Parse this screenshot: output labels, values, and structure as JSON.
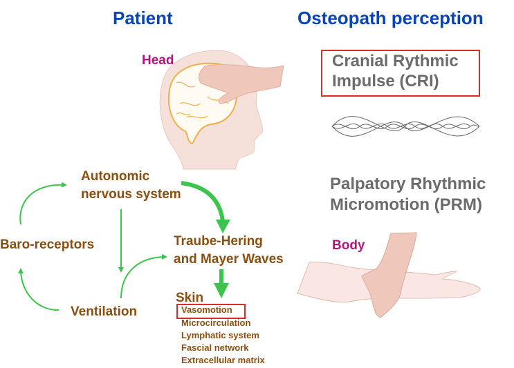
{
  "headers": {
    "patient": "Patient",
    "osteopath": "Osteopath perception"
  },
  "regions": {
    "head": "Head",
    "body": "Body"
  },
  "perception": {
    "cri_line1": "Cranial Rythmic",
    "cri_line2": "Impulse (CRI)",
    "prm_line1": "Palpatory Rhythmic",
    "prm_line2": "Micromotion (PRM)"
  },
  "nodes": {
    "ans_line1": "Autonomic",
    "ans_line2": "nervous system",
    "baro": "Baro-receptors",
    "ventilation": "Ventilation",
    "waves_line1": "Traube-Hering",
    "waves_line2": "and Mayer Waves",
    "skin": "Skin"
  },
  "skin_items": [
    "Vasomotion",
    "Microcirculation",
    "Lymphatic system",
    "Fascial network",
    "Extracellular matrix"
  ],
  "colors": {
    "title": "#0a45b8",
    "region": "#b5157d",
    "node": "#8a4f10",
    "arrow": "#3cc44c",
    "highlight_box": "#e02a2a",
    "perception_text": "#6b6b6b"
  }
}
